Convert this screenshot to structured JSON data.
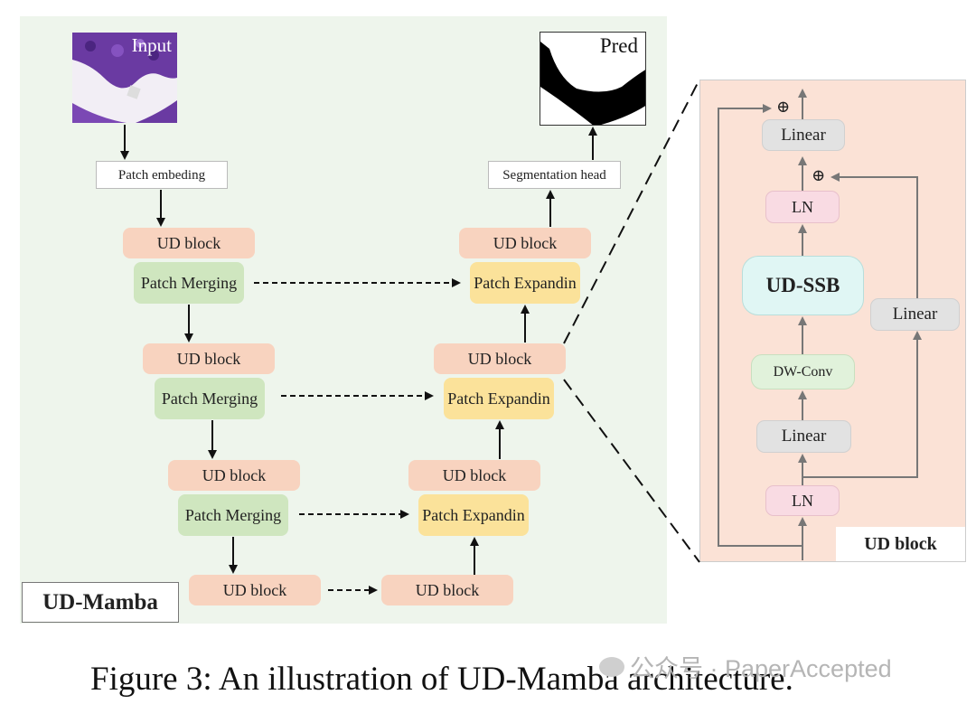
{
  "diagram": {
    "main_label": "UD-Mamba",
    "input_label": "Input",
    "pred_label": "Pred",
    "patch_embedding": "Patch embeding",
    "segmentation_head": "Segmentation head",
    "ud_block": "UD block",
    "patch_merging": "Patch Merging",
    "patch_expanding": "Patch Expandin",
    "detail": {
      "title": "UD block",
      "linear": "Linear",
      "ln": "LN",
      "ud_ssb": "UD-SSB",
      "dw_conv": "DW-Conv",
      "plus": "⊕"
    }
  },
  "caption": "Figure 3: An illustration of UD-Mamba architecture.",
  "watermark": "公众号 · PaperAccepted",
  "colors": {
    "panel": "#eef5ec",
    "ud_block": "#f8d3bf",
    "patch_merging": "#cfe6bf",
    "patch_expanding": "#fbe29a",
    "detail_panel": "#fbe2d6"
  }
}
